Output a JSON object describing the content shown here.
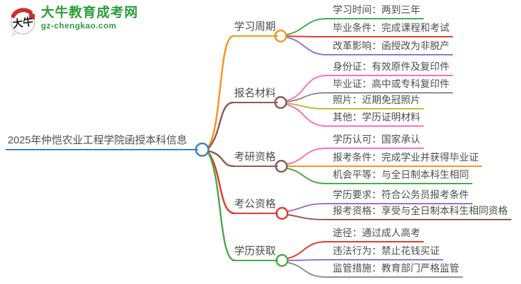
{
  "logo": {
    "mark_text": "大牛",
    "title": "大牛教育成考网",
    "domain": "gz-chengkao.com"
  },
  "central": {
    "title": "2025年仲恺农业工程学院函授本科信息"
  },
  "palette": {
    "blue": "#3a7fc8",
    "orange": "#f7941d",
    "brown": "#8d5a4a",
    "red": "#e8382e",
    "green": "#48ab48",
    "purple": "#9d6fd0",
    "pink": "#f670c2",
    "gray": "#8f8f8f",
    "yellow": "#c4ba32",
    "text": "#4d4d4d",
    "logo_green": "#2a9d3a",
    "seal_red": "#c9302c"
  },
  "branches": [
    {
      "label": "学习周期",
      "color": "orange",
      "children": [
        {
          "text": "学习时间：两到三年",
          "color": "green"
        },
        {
          "text": "毕业条件：完成课程和考试",
          "color": "red"
        },
        {
          "text": "改革影响：函授改为非脱产",
          "color": "purple"
        }
      ]
    },
    {
      "label": "报名材料",
      "color": "brown",
      "children": [
        {
          "text": "身份证：有效原件及复印件",
          "color": "pink"
        },
        {
          "text": "毕业证：高中或专科复印件",
          "color": "gray"
        },
        {
          "text": "照片：近期免冠照片",
          "color": "yellow"
        },
        {
          "text": "其他：学历证明材料",
          "color": "pink"
        }
      ]
    },
    {
      "label": "考研资格",
      "color": "brown",
      "children": [
        {
          "text": "学历认可：国家承认",
          "color": "pink"
        },
        {
          "text": "报考条件：完成学业并获得毕业证",
          "color": "orange"
        },
        {
          "text": "机会平等：与全日制本科生相同",
          "color": "green"
        }
      ]
    },
    {
      "label": "考公资格",
      "color": "red",
      "children": [
        {
          "text": "学历要求：符合公务员报考条件",
          "color": "purple"
        },
        {
          "text": "报考资格：享受与全日制本科生相同资格",
          "color": "brown"
        }
      ]
    },
    {
      "label": "学历获取",
      "color": "green",
      "children": [
        {
          "text": "途径：通过成人高考",
          "color": "red"
        },
        {
          "text": "违法行为：禁止花钱买证",
          "color": "purple"
        },
        {
          "text": "监管措施：教育部门严格监管",
          "color": "gray"
        }
      ]
    }
  ]
}
